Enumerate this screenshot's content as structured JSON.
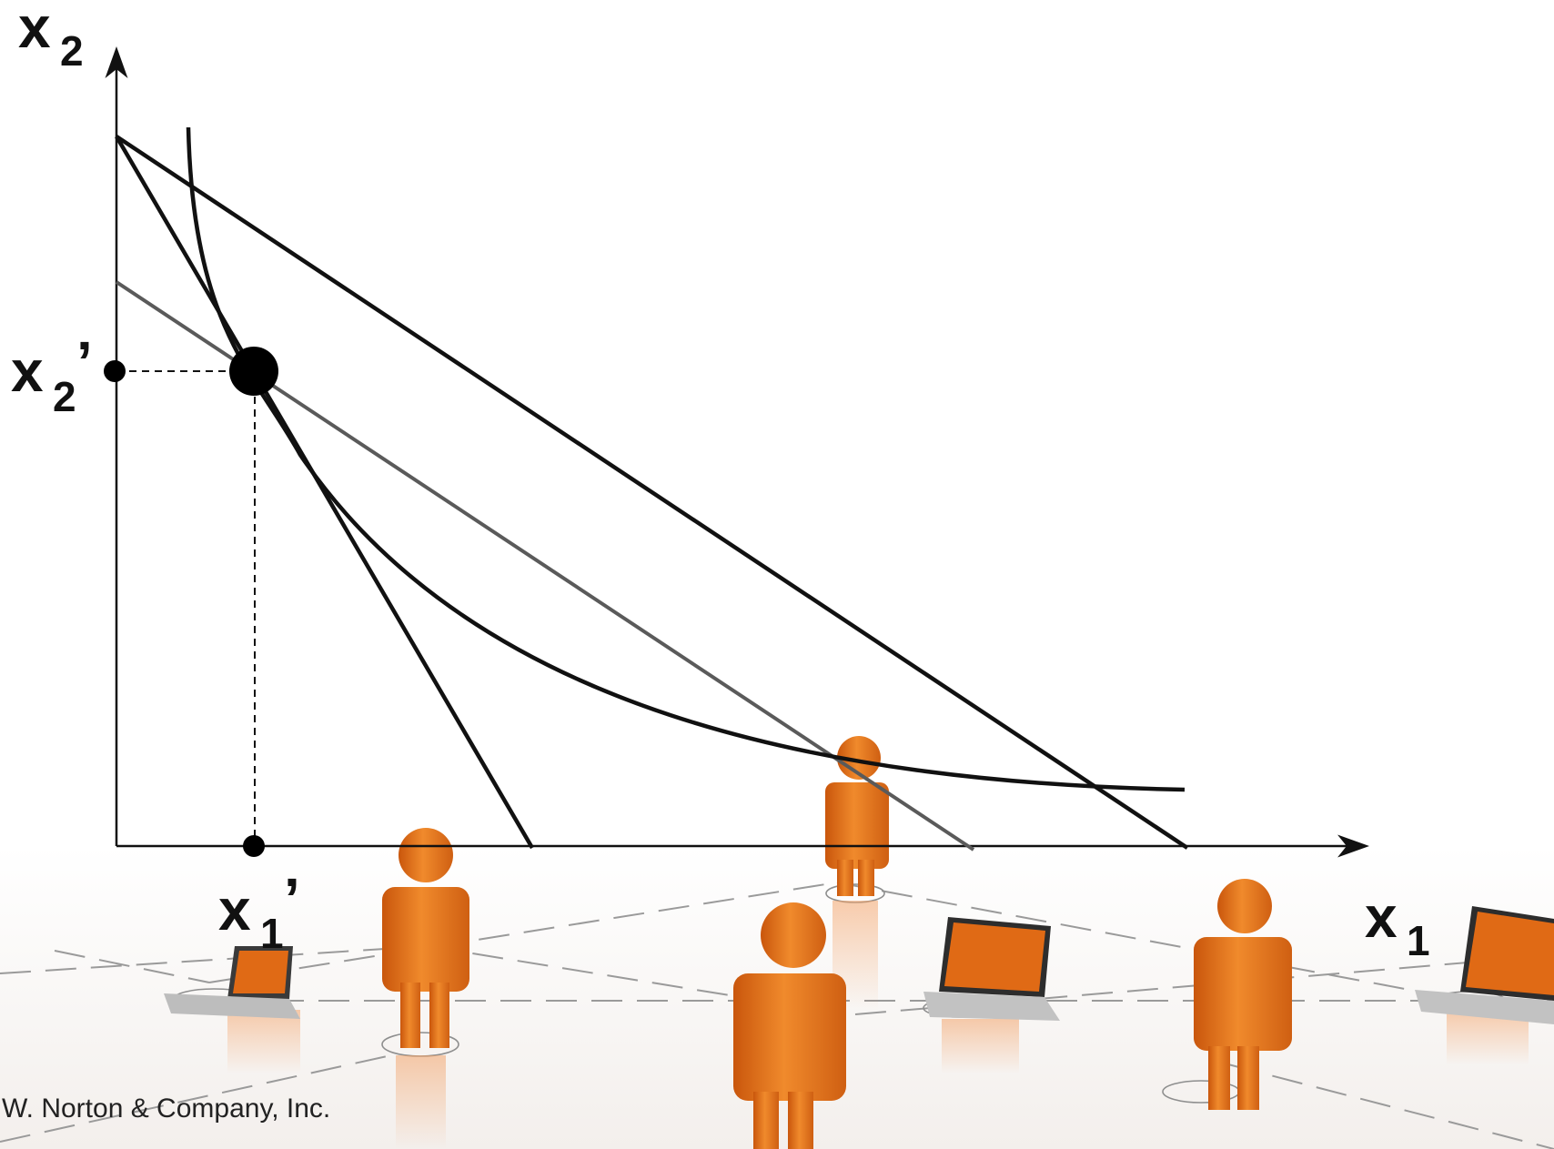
{
  "diagram": {
    "y_axis_label": {
      "base": "x",
      "sub": "2"
    },
    "x_axis_label": {
      "base": "x",
      "sub": "1"
    },
    "y_point_label": {
      "base": "x",
      "sub": "2",
      "prime": "’"
    },
    "x_point_label": {
      "base": "x",
      "sub": "1",
      "prime": "’"
    },
    "elements": [
      "y-axis",
      "x-axis",
      "budget-line-outer",
      "budget-line-steep",
      "budget-line-compensated",
      "indifference-curve",
      "chosen-bundle-point",
      "dashed-guide-horizontal",
      "dashed-guide-vertical"
    ],
    "colors": {
      "lines": "#111111",
      "compensated_line": "#5a5a5a",
      "figures": "#e8721c",
      "laptop_screen": "#e06a15"
    }
  },
  "background": {
    "scene": "orange human figures and laptops connected by dashed network lines on a reflective white floor",
    "credit": "W. Norton & Company, Inc."
  }
}
